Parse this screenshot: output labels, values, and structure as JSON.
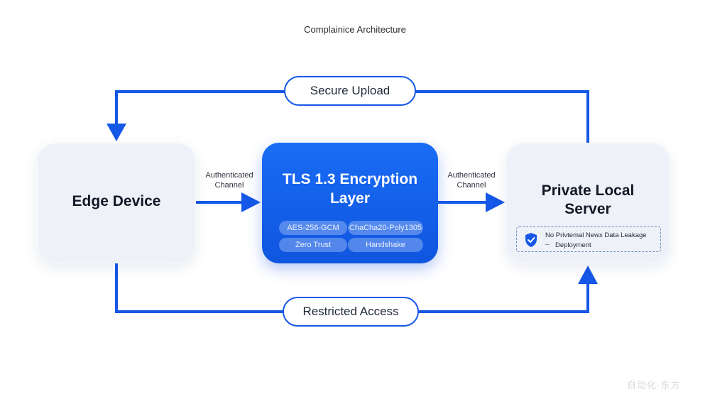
{
  "title": "Complainice Architecture",
  "colors": {
    "accent": "#1557e6",
    "node_bg": "#eef1f7",
    "tls_bg": "#1565f0"
  },
  "nodes": {
    "edge_device": {
      "label": "Edge Device"
    },
    "tls_layer": {
      "title": "TLS 1.3 Encryption Layer",
      "chips": [
        "AES-256-GCM",
        "ChaCha20-Poly1305",
        "Zero Trust",
        "Handshake"
      ]
    },
    "private_server": {
      "label": "Private Local Server",
      "badge": {
        "icon": "shield-check-icon",
        "line1": "No Privtemal Newx Data Leakage",
        "line2": "Deployment"
      }
    }
  },
  "flows": {
    "top": {
      "label": "Secure Upload"
    },
    "bottom": {
      "label": "Restricted Access"
    },
    "left_channel": {
      "label_line1": "Authenticated",
      "label_line2": "Channel"
    },
    "right_channel": {
      "label_line1": "Authenticated",
      "label_line2": "Channel"
    }
  },
  "watermark": "自动化-东方"
}
